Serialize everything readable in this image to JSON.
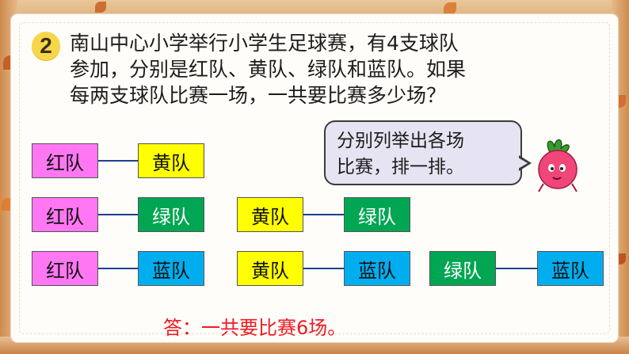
{
  "problem": {
    "number": "2",
    "lines": [
      "南山中心小学举行小学生足球赛，有4支球队",
      "参加，分别是红队、黄队、绿队和蓝队。如果",
      "每两支球队比赛一场，一共要比赛多少场？"
    ]
  },
  "hint": {
    "lines": [
      "分别列举出各场",
      "比赛，排一排。"
    ]
  },
  "matches": {
    "row1": {
      "a": "红队",
      "b": "黄队"
    },
    "row2": {
      "a": "红队",
      "b": "绿队",
      "c": "黄队",
      "d": "绿队"
    },
    "row3": {
      "a": "红队",
      "b": "蓝队",
      "c": "黄队",
      "d": "蓝队",
      "e": "绿队",
      "f": "蓝队"
    }
  },
  "answer": "答：一共要比赛6场。",
  "colors": {
    "red_team": "#ff77f2",
    "yellow_team": "#ffff00",
    "green_team": "#00a651",
    "blue_team": "#00aeef",
    "answer_text": "#ee1c25"
  },
  "icons": [
    "number-badge-icon",
    "radish-mascot-icon"
  ]
}
